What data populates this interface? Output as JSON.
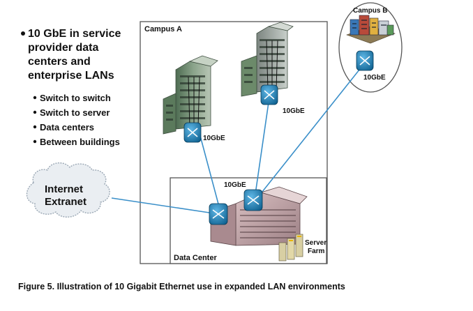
{
  "headline": {
    "lines": [
      "10 GbE in service",
      "provider data",
      "centers and",
      "enterprise LANs"
    ]
  },
  "bullets": [
    "Switch to switch",
    "Switch to server",
    "Data centers",
    "Between buildings"
  ],
  "labels": {
    "campus_a": "Campus A",
    "campus_b": "Campus B",
    "internet_line1": "Internet",
    "internet_line2": "Extranet",
    "data_center": "Data Center",
    "server_line1": "Server",
    "server_line2": "Farm",
    "link_left_building": "10GbE",
    "link_mid_building": "10GbE",
    "link_campus_b": "10GbE",
    "link_data_center": "10GbE"
  },
  "caption": "Figure 5. Illustration of 10 Gigabit Ethernet use in expanded LAN environments",
  "colors": {
    "link": "#3a8fc9",
    "switch": "#1a7fb4",
    "building_green": "#6d8c6a",
    "building_gray": "#9aa39c",
    "cloud": "#eaeef2",
    "datacenter_rose": "#c9a7a9"
  }
}
